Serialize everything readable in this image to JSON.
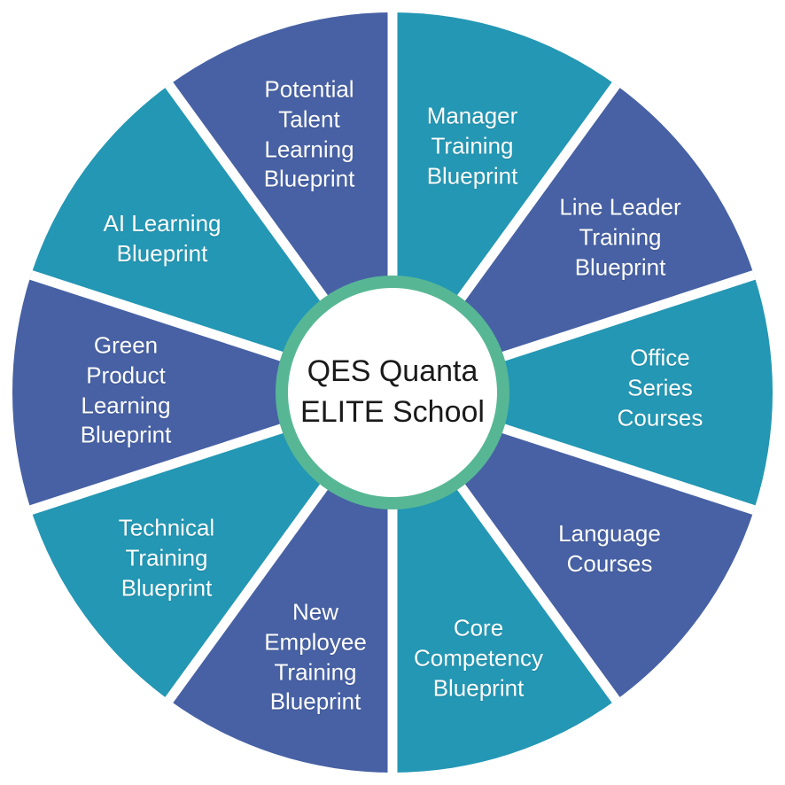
{
  "title": {
    "text": "QES Quanta\nELITE School"
  },
  "colors": {
    "teal": "#2397B4",
    "blue": "#4761A4",
    "ring_green": "#57B795",
    "divider_white": "#FFFFFF",
    "label_text": "#FDFDFD",
    "title_text": "#1A1A1A",
    "background": "#FFFFFF"
  },
  "wheel": {
    "segment_count": 10,
    "segments": [
      {
        "label": "Manager\nTraining\nBlueprint",
        "color": "#2397B4"
      },
      {
        "label": "Line Leader\nTraining\nBlueprint",
        "color": "#4761A4"
      },
      {
        "label": "Office Series\nCourses",
        "color": "#2397B4"
      },
      {
        "label": "Language\nCourses",
        "color": "#4761A4"
      },
      {
        "label": "Core\nCompetency\nBlueprint",
        "color": "#2397B4"
      },
      {
        "label": "New\nEmployee\nTraining\nBlueprint",
        "color": "#4761A4"
      },
      {
        "label": "Technical\nTraining\nBlueprint",
        "color": "#2397B4"
      },
      {
        "label": "Green\nProduct\nLearning\nBlueprint",
        "color": "#4761A4"
      },
      {
        "label": "AI Learning\nBlueprint",
        "color": "#2397B4"
      },
      {
        "label": "Potential\nTalent\nLearning\nBlueprint",
        "color": "#4761A4"
      }
    ]
  }
}
